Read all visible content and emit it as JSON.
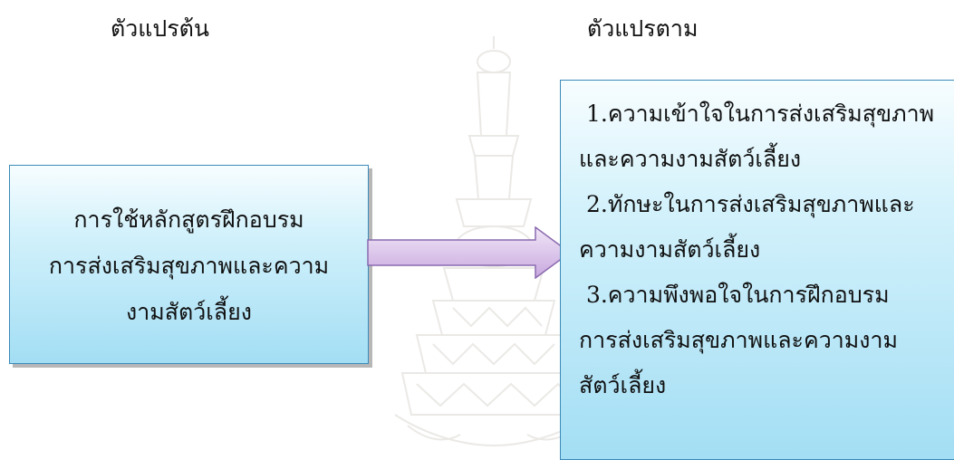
{
  "headings": {
    "independent": "ตัวแปรต้น",
    "dependent": "ตัวแปรตาม"
  },
  "independent_box": {
    "lines": [
      "การใช้หลักสูตรฝึกอบรม",
      "การส่งเสริมสุขภาพและความ",
      "งามสัตว์เลี้ยง"
    ]
  },
  "dependent_box": {
    "lines": [
      "1.ความเข้าใจในการส่งเสริมสุขภาพ",
      "และความงามสัตว์เลี้ยง",
      "2.ทักษะในการส่งเสริมสุขภาพและ",
      "ความงามสัตว์เลี้ยง",
      " 3.ความพึงพอใจในการฝึกอบรม",
      "การส่งเสริมสุขภาพและความงาม",
      "สัตว์เลี้ยง"
    ]
  },
  "colors": {
    "box_border": "#3b8ab8",
    "box_fill_top": "#f7fdff",
    "box_fill_bottom": "#a3def4",
    "arrow_fill_top": "#f1e6f7",
    "arrow_fill_bottom": "#c8a8df",
    "arrow_border": "#8a6aaf"
  }
}
